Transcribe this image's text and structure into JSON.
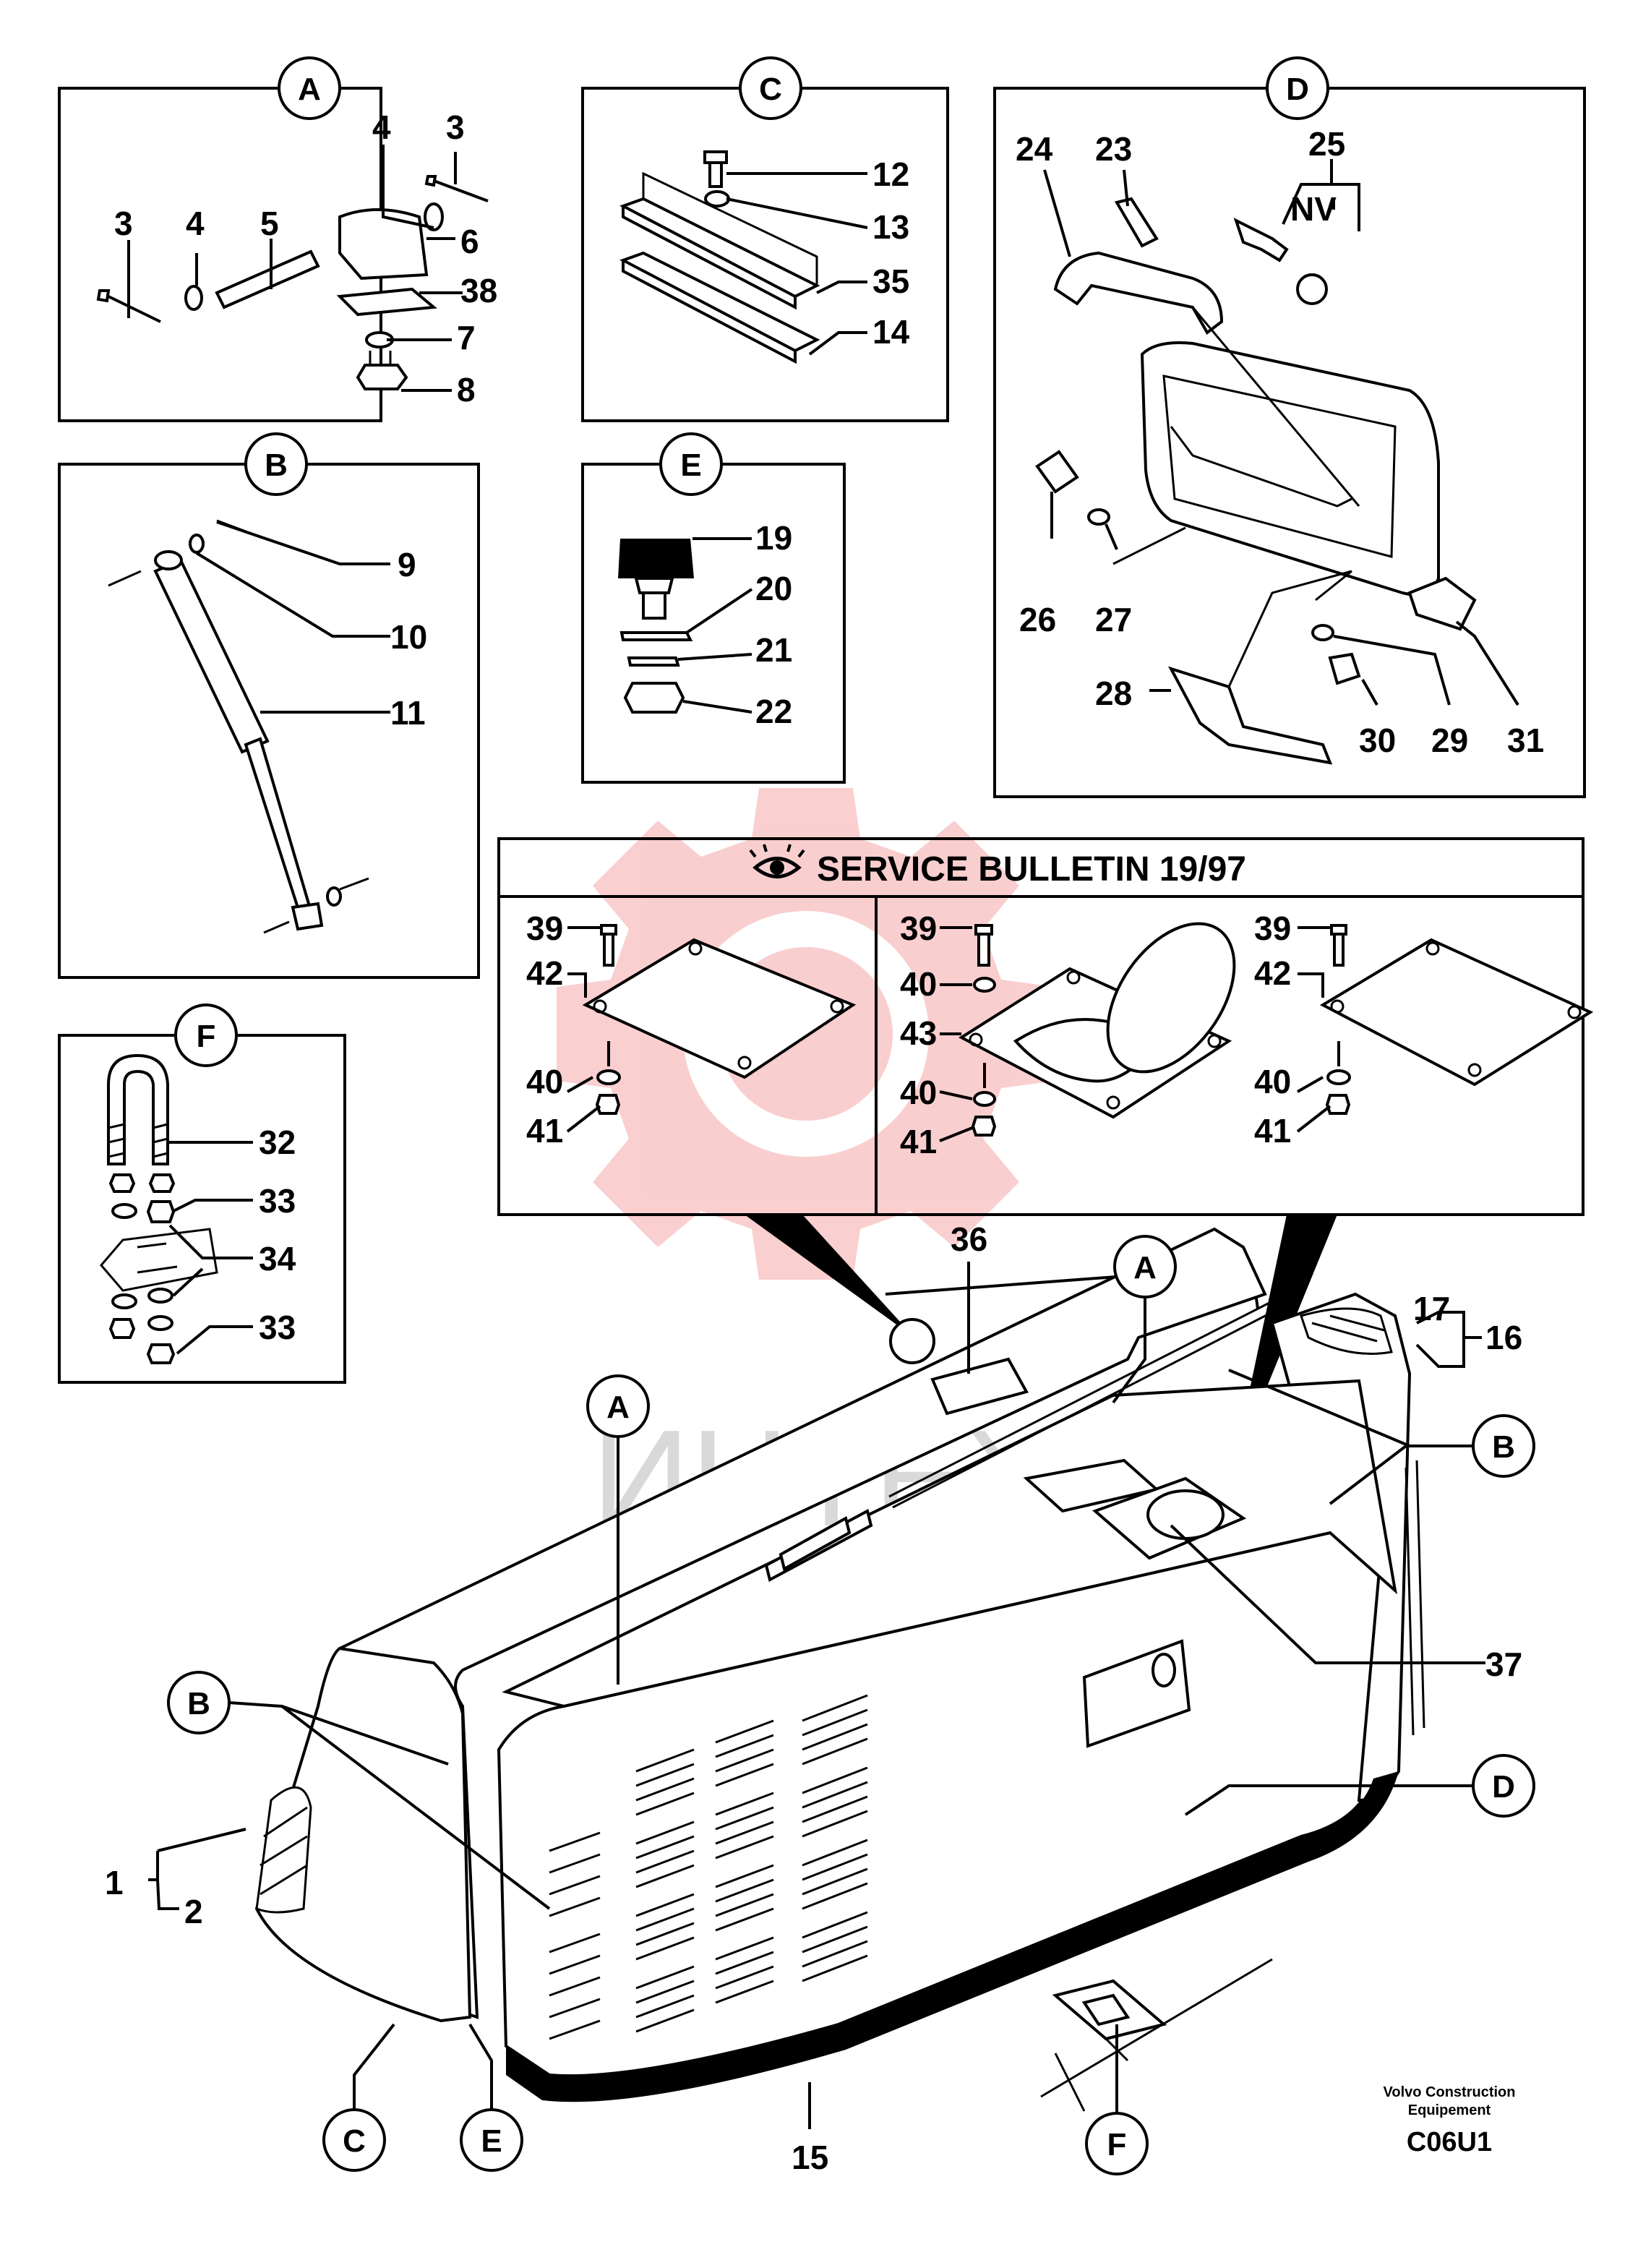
{
  "diagram": {
    "watermark_text": "ИНТЕХ",
    "watermark_color": "#e8262a",
    "panels": {
      "A": {
        "letter": "A",
        "labels": [
          "3",
          "4",
          "5",
          "4",
          "3",
          "6",
          "38",
          "7",
          "8"
        ]
      },
      "C": {
        "letter": "C",
        "labels": [
          "12",
          "13",
          "35",
          "14"
        ]
      },
      "D": {
        "letter": "D",
        "labels": [
          "24",
          "23",
          "25",
          "NV",
          "26",
          "27",
          "28",
          "30",
          "29",
          "31"
        ]
      },
      "B": {
        "letter": "B",
        "labels": [
          "9",
          "10",
          "11"
        ]
      },
      "E": {
        "letter": "E",
        "labels": [
          "19",
          "20",
          "21",
          "22"
        ]
      },
      "F": {
        "letter": "F",
        "labels": [
          "32",
          "33",
          "34",
          "33"
        ]
      },
      "SB": {
        "title": "SERVICE BULLETIN 19/97",
        "left": [
          "39",
          "42",
          "40",
          "41"
        ],
        "middle": [
          "39",
          "40",
          "43",
          "40",
          "41"
        ],
        "right": [
          "39",
          "42",
          "40",
          "41"
        ]
      }
    },
    "main": {
      "callouts": [
        "A",
        "A",
        "B",
        "B",
        "C",
        "D",
        "E",
        "F"
      ],
      "labels": [
        "36",
        "17",
        "16",
        "37",
        "1",
        "2",
        "15"
      ]
    },
    "footer": {
      "company": "Volvo Construction",
      "company2": "Equipement",
      "code": "C06U1"
    }
  }
}
